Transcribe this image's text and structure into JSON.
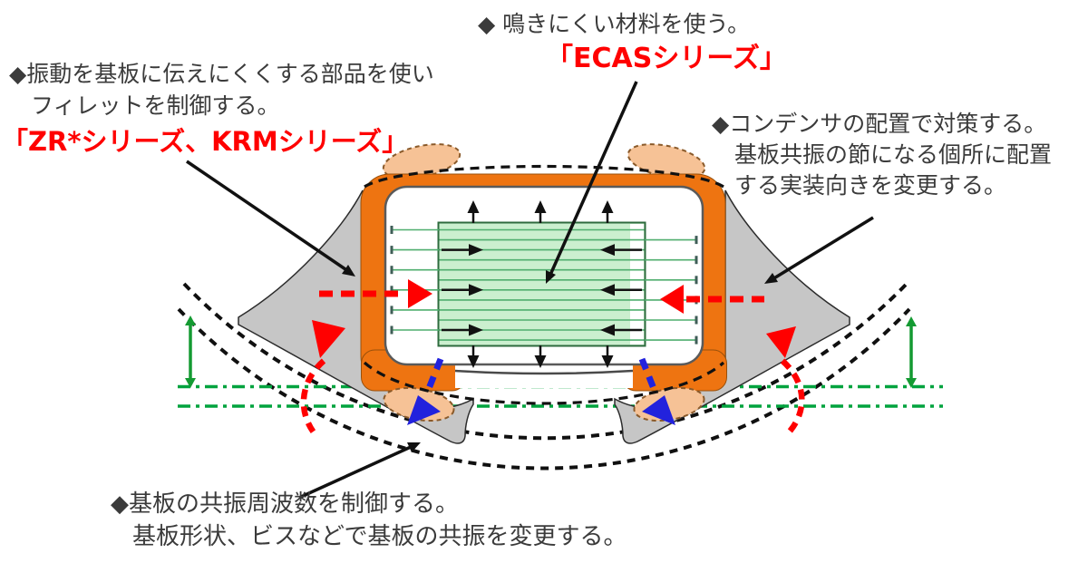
{
  "labels": {
    "component": {
      "line1": "◆振動を基板に伝えにくくする部品を使い",
      "line2": "フィレットを制御する。",
      "series": "「ZR*シリーズ、KRMシリーズ」"
    },
    "material": {
      "line1": "◆ 鳴きにくい材料を使う。",
      "series": "「ECASシリーズ」"
    },
    "placement": {
      "line1": "◆コンデンサの配置で対策する。",
      "line2": "基板共振の節になる個所に配置",
      "line3": "する実装向きを変更する。"
    },
    "board": {
      "line1": "◆基板の共振周波数を制御する。",
      "line2": "基板形状、ビスなどで基板の共振を変更する。"
    }
  },
  "colors": {
    "text": "#3b3b3b",
    "accent_red": "#ff0000",
    "capacitor_orange": "#ee7411",
    "solder_fillet_gray": "#c6c6c6",
    "fillet_peach": "#f6c296",
    "active_region_fill": "#cbefcf",
    "electrode_green": "#4fae6e",
    "neutral_axis_green": "#00a33e",
    "displacement_green": "#149a32",
    "force_blue": "#2222dd",
    "pcb_black": "#101010"
  }
}
